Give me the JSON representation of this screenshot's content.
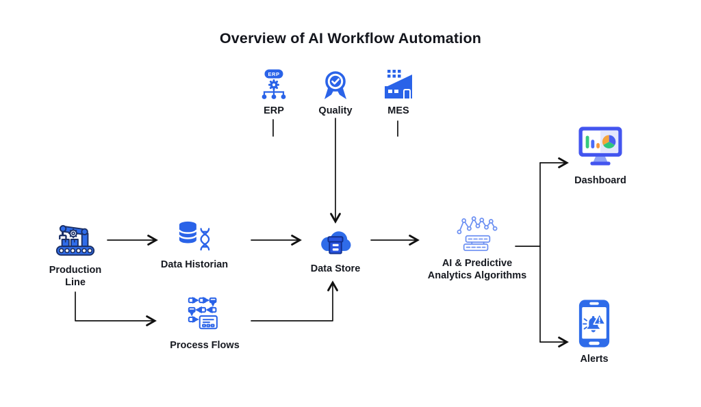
{
  "title": "Overview of AI Workflow Automation",
  "colors": {
    "primary_blue": "#2a63e8",
    "navy_outline": "#1a2f66",
    "light_blue": "#6b8ff2",
    "arrow_black": "#111111",
    "chart_green": "#37c97e",
    "chart_orange": "#f59a3c",
    "monitor_indigo": "#4355ef"
  },
  "nodes": {
    "erp": {
      "label": "ERP",
      "badge": "ERP",
      "icon": "erp-org-gear-icon"
    },
    "quality": {
      "label": "Quality",
      "icon": "quality-medal-icon"
    },
    "mes": {
      "label": "MES",
      "icon": "factory-icon"
    },
    "production_line": {
      "label": "Production Line",
      "icon": "robot-arm-conveyor-icon"
    },
    "data_historian": {
      "label": "Data Historian",
      "icon": "database-dna-icon"
    },
    "data_store": {
      "label": "Data Store",
      "icon": "cloud-server-icon"
    },
    "ai_analytics": {
      "label": "AI & Predictive Analytics Algorithms",
      "icon": "network-graph-servers-icon"
    },
    "process_flows": {
      "label": "Process Flows",
      "icon": "flowchart-document-icon"
    },
    "dashboard": {
      "label": "Dashboard",
      "icon": "monitor-charts-icon"
    },
    "alerts": {
      "label": "Alerts",
      "icon": "phone-alert-bell-icon"
    }
  },
  "edges": [
    {
      "from": "production_line",
      "to": "data_historian",
      "arrow": true
    },
    {
      "from": "data_historian",
      "to": "data_store",
      "arrow": true
    },
    {
      "from": "data_store",
      "to": "ai_analytics",
      "arrow": true
    },
    {
      "from": "quality",
      "to": "data_store",
      "arrow": true
    },
    {
      "from": "erp",
      "to": "down-stub",
      "arrow": false
    },
    {
      "from": "mes",
      "to": "down-stub",
      "arrow": false
    },
    {
      "from": "production_line",
      "to": "process_flows",
      "arrow": true
    },
    {
      "from": "process_flows",
      "to": "data_store",
      "arrow": true
    },
    {
      "from": "ai_analytics",
      "to": "dashboard",
      "arrow": true
    },
    {
      "from": "ai_analytics",
      "to": "alerts",
      "arrow": true
    }
  ]
}
